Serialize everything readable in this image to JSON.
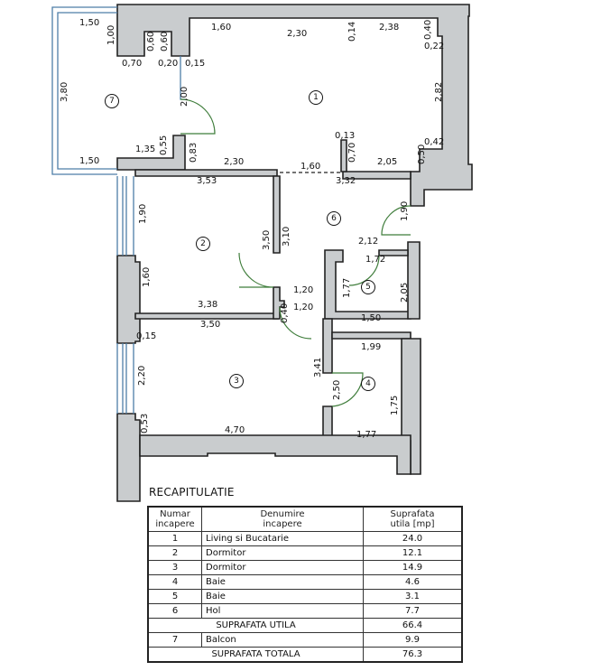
{
  "plan": {
    "rooms": [
      {
        "id": "1",
        "label": "1"
      },
      {
        "id": "2",
        "label": "2"
      },
      {
        "id": "3",
        "label": "3"
      },
      {
        "id": "4",
        "label": "4"
      },
      {
        "id": "5",
        "label": "5"
      },
      {
        "id": "6",
        "label": "6"
      },
      {
        "id": "7",
        "label": "7"
      }
    ],
    "dimensions": {
      "balcony_top": "1,50",
      "balcony_left": "3,80",
      "balcony_bottom": "1,50",
      "balcony_wall_1_00": "1,00",
      "niche_0_60_a": "0,60",
      "niche_0_60_b": "0,60",
      "d_0_70": "0,70",
      "d_0_20": "0,20",
      "d_0_15_top": "0,15",
      "door_2_00": "2,00",
      "d_1_35": "1,35",
      "d_0_55": "0,55",
      "d_0_83": "0,83",
      "living_top_1_60": "1,60",
      "living_top_2_30": "2,30",
      "living_top_0_14": "0,14",
      "living_top_2_38": "2,38",
      "living_right_0_40": "0,40",
      "living_right_0_22": "0,22",
      "living_right_2_82": "2,82",
      "living_right_0_42": "0,42",
      "living_right_0_50": "0,50",
      "living_bottom_2_30": "2,30",
      "living_bottom_1_60": "1,60",
      "living_bottom_0_13": "0,13",
      "living_bottom_0_70": "0,70",
      "living_bottom_2_05": "2,05",
      "bed2_top": "3,53",
      "bed2_left_1_90": "1,90",
      "bed2_left_1_60": "1,60",
      "bed2_right_3_50": "3,50",
      "bed2_bottom": "3,38",
      "hall_3_10": "3,10",
      "hall_3_32": "3,32",
      "hall_1_90": "1,90",
      "hall_2_12": "2,12",
      "hall_1_20_a": "1,20",
      "hall_1_20_b": "1,20",
      "hall_0_40": "0,40",
      "bath5_1_72": "1,72",
      "bath5_1_77": "1,77",
      "bath5_2_05": "2,05",
      "bath5_1_50": "1,50",
      "bed3_top": "3,50",
      "bed3_0_15": "0,15",
      "bed3_2_20": "2,20",
      "bed3_0_53": "0,53",
      "bed3_bottom": "4,70",
      "bed3_3_41": "3,41",
      "bath4_2_50": "2,50",
      "bath4_top": "1,99",
      "bath4_1_75": "1,75",
      "bath4_bottom": "1,77"
    }
  },
  "recap": {
    "title": "RECAPITULATIE",
    "headers": {
      "num_1": "Numar",
      "num_2": "incapere",
      "name_1": "Denumire",
      "name_2": "incapere",
      "area_1": "Suprafata",
      "area_2": "utila [mp]"
    },
    "rows": [
      {
        "num": "1",
        "name": "Living si Bucatarie",
        "area": "24.0"
      },
      {
        "num": "2",
        "name": "Dormitor",
        "area": "12.1"
      },
      {
        "num": "3",
        "name": "Dormitor",
        "area": "14.9"
      },
      {
        "num": "4",
        "name": "Baie",
        "area": "4.6"
      },
      {
        "num": "5",
        "name": "Baie",
        "area": "3.1"
      },
      {
        "num": "6",
        "name": "Hol",
        "area": "7.7"
      }
    ],
    "subtotal": {
      "label": "SUPRAFATA UTILA",
      "area": "66.4"
    },
    "balcony": {
      "num": "7",
      "name": "Balcon",
      "area": "9.9"
    },
    "total": {
      "label": "SUPRAFATA TOTALA",
      "area": "76.3"
    }
  }
}
